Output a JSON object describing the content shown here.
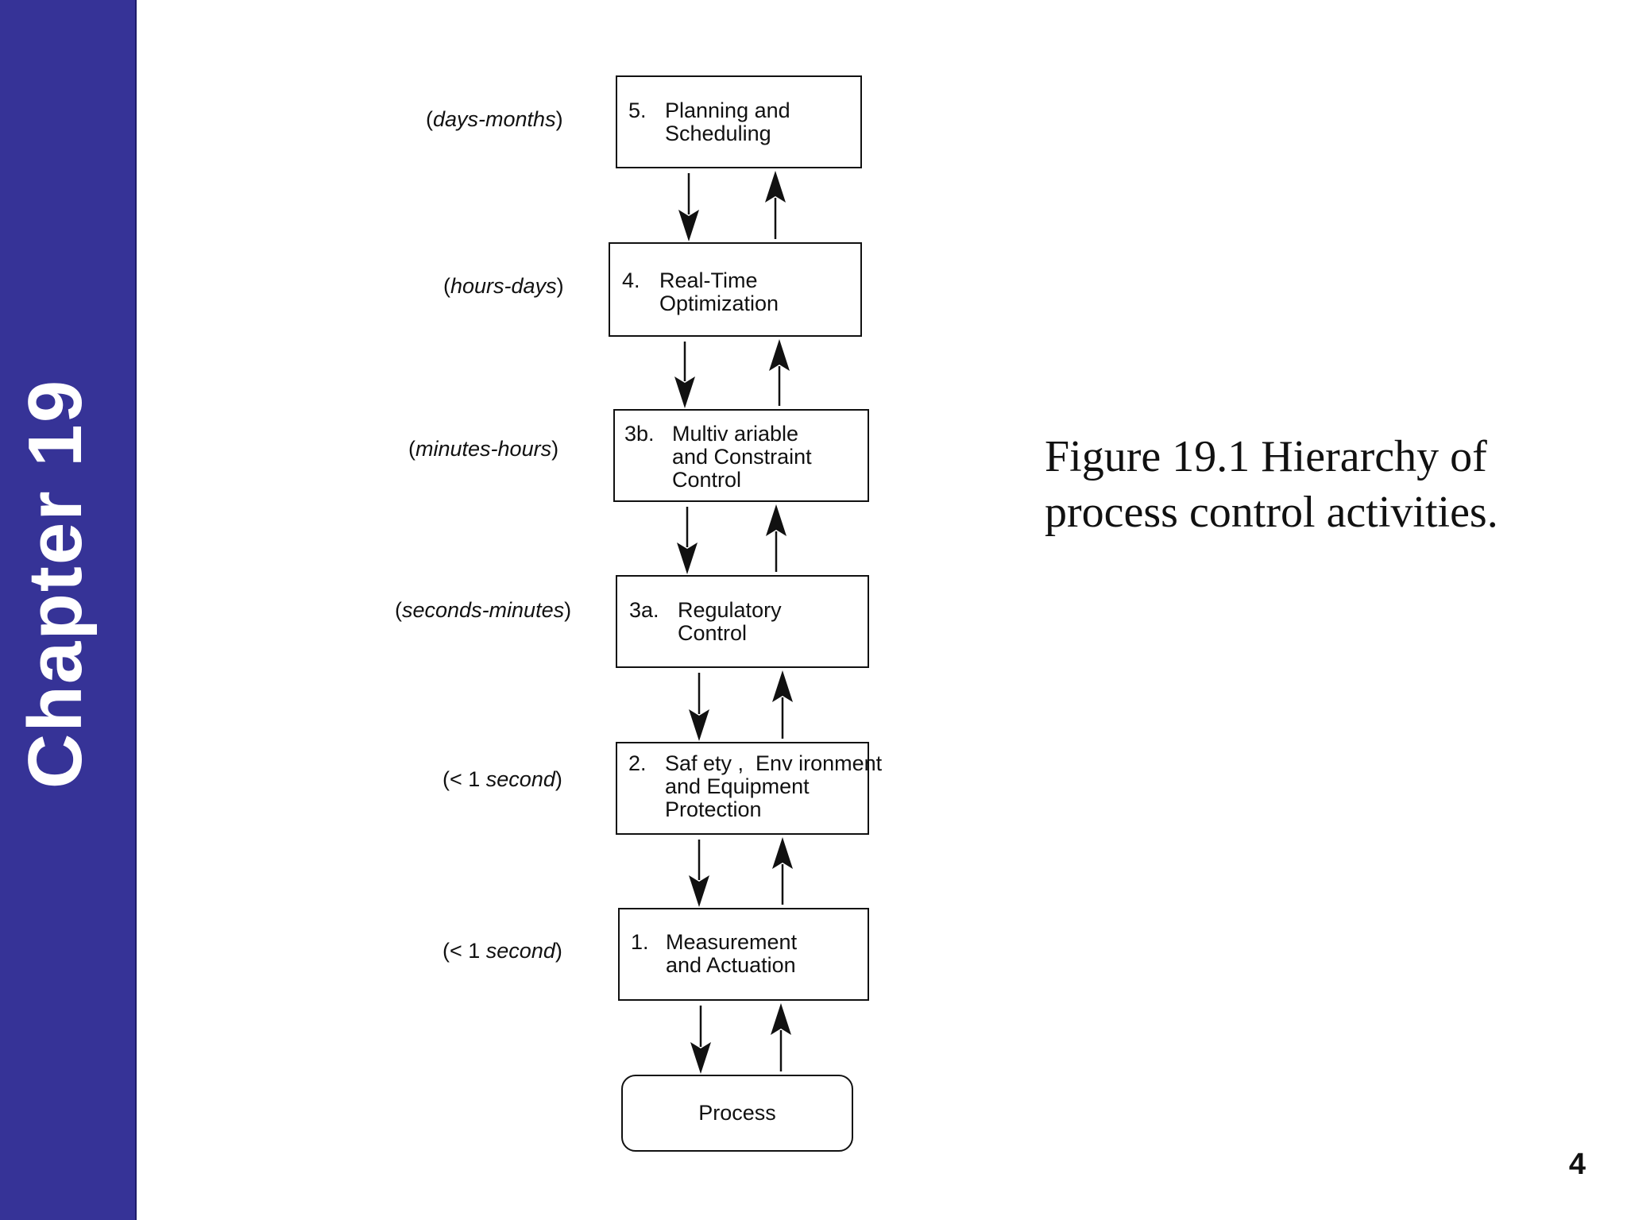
{
  "sidebar": {
    "title": "Chapter 19",
    "color": "#363397"
  },
  "levels": [
    {
      "number": "5.",
      "label": "Planning and\nScheduling",
      "timescale_open": "(",
      "timescale": "days-months",
      "timescale_close": ")"
    },
    {
      "number": "4.",
      "label": "Real-Time\nOptimization",
      "timescale_open": "(",
      "timescale": "hours-days",
      "timescale_close": ")"
    },
    {
      "number": "3b.",
      "label": "Multiv ariable\nand Constraint\nControl",
      "timescale_open": "(",
      "timescale": "minutes-hours",
      "timescale_close": ")"
    },
    {
      "number": "3a.",
      "label": "Regulatory\nControl",
      "timescale_open": "(",
      "timescale": "seconds-minutes",
      "timescale_close": ")"
    },
    {
      "number": "2.",
      "label": "Saf ety ,  Env ironment\nand Equipment\nProtection",
      "timescale_open": "(< 1 ",
      "timescale": "second",
      "timescale_close": ")"
    },
    {
      "number": "1.",
      "label": "Measurement\nand Actuation",
      "timescale_open": "(< 1 ",
      "timescale": "second",
      "timescale_close": ")"
    }
  ],
  "process": {
    "label": "Process"
  },
  "caption": "Figure 19.1 Hierarchy of process control activities.",
  "page_number": "4"
}
